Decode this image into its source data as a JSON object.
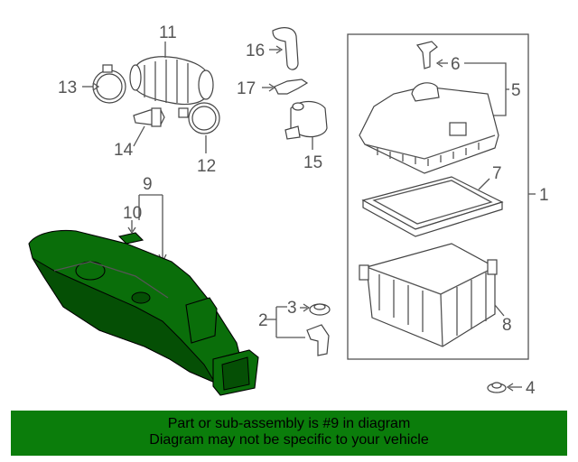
{
  "callouts": [
    "1",
    "2",
    "3",
    "4",
    "5",
    "6",
    "7",
    "8",
    "9",
    "10",
    "11",
    "12",
    "13",
    "14",
    "15",
    "16",
    "17"
  ],
  "banner": {
    "line1": "Part or sub-assembly is #9 in diagram",
    "line2": "Diagram may not be specific to your vehicle"
  },
  "colors": {
    "highlight": "#0a6e0a",
    "banner": "#0b7d0b",
    "linework": "#555555"
  }
}
